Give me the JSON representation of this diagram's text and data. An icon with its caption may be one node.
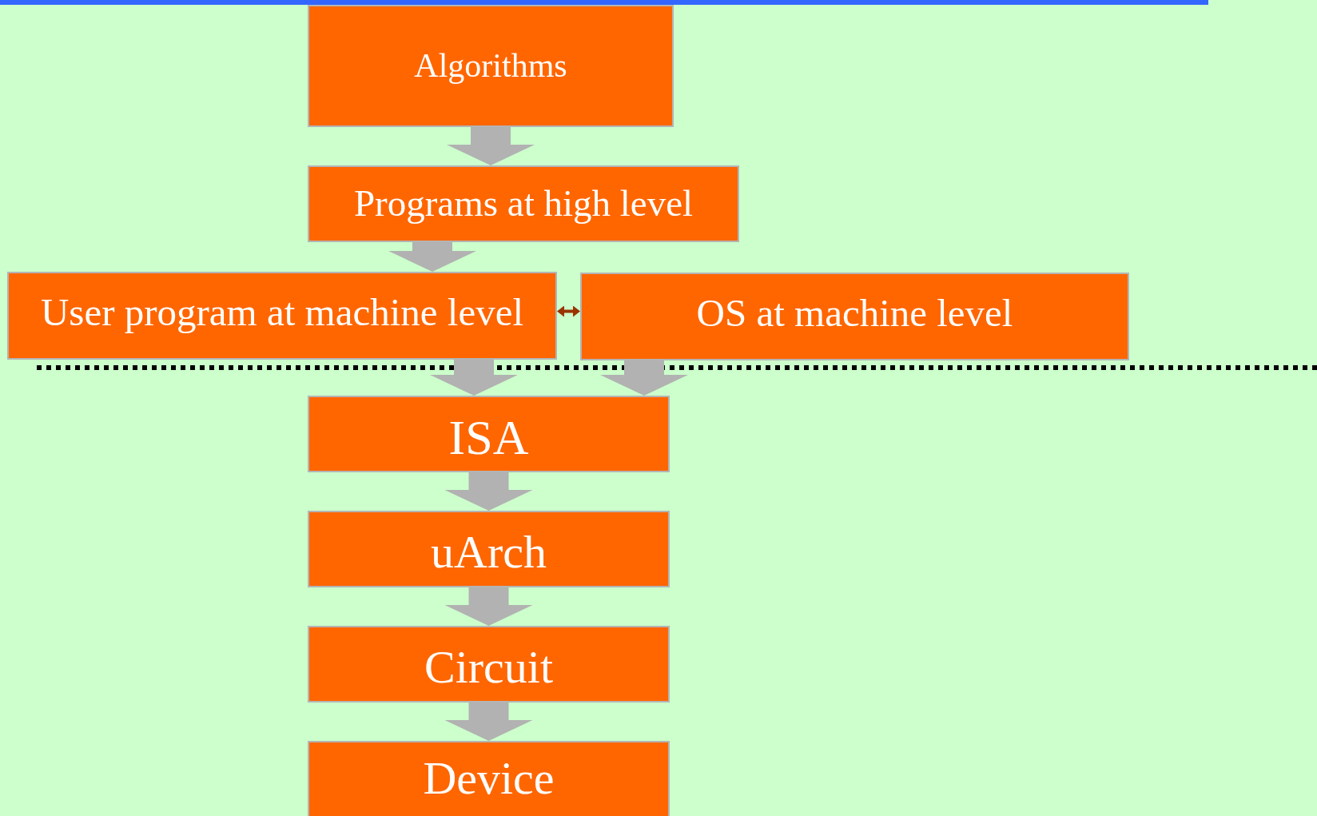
{
  "diagram": {
    "nodes": [
      {
        "text": [
          "Algorithms"
        ]
      },
      {
        "text": [
          "Programs at high level"
        ]
      },
      {
        "text": [
          "User program at machine level"
        ]
      },
      {
        "text": [
          "OS at machine level"
        ]
      },
      {
        "text": [
          "ISA"
        ]
      },
      {
        "text": [
          "uArch"
        ]
      },
      {
        "text": [
          "Circuit"
        ]
      },
      {
        "text": [
          "Device"
        ]
      }
    ],
    "edges": [
      {
        "from": 0,
        "to": 1,
        "arrow": "to"
      },
      {
        "from": 1,
        "to": 2,
        "arrow": "to"
      },
      {
        "from": 2,
        "to": 3,
        "arrow": "both",
        "color": "#993300"
      },
      {
        "from": 2,
        "to": 4,
        "arrow": "to"
      },
      {
        "from": 3,
        "to": 4,
        "arrow": "to"
      },
      {
        "from": 4,
        "to": 5,
        "arrow": "to"
      },
      {
        "from": 5,
        "to": 6,
        "arrow": "to"
      },
      {
        "from": 6,
        "to": 7,
        "arrow": "to"
      }
    ]
  }
}
